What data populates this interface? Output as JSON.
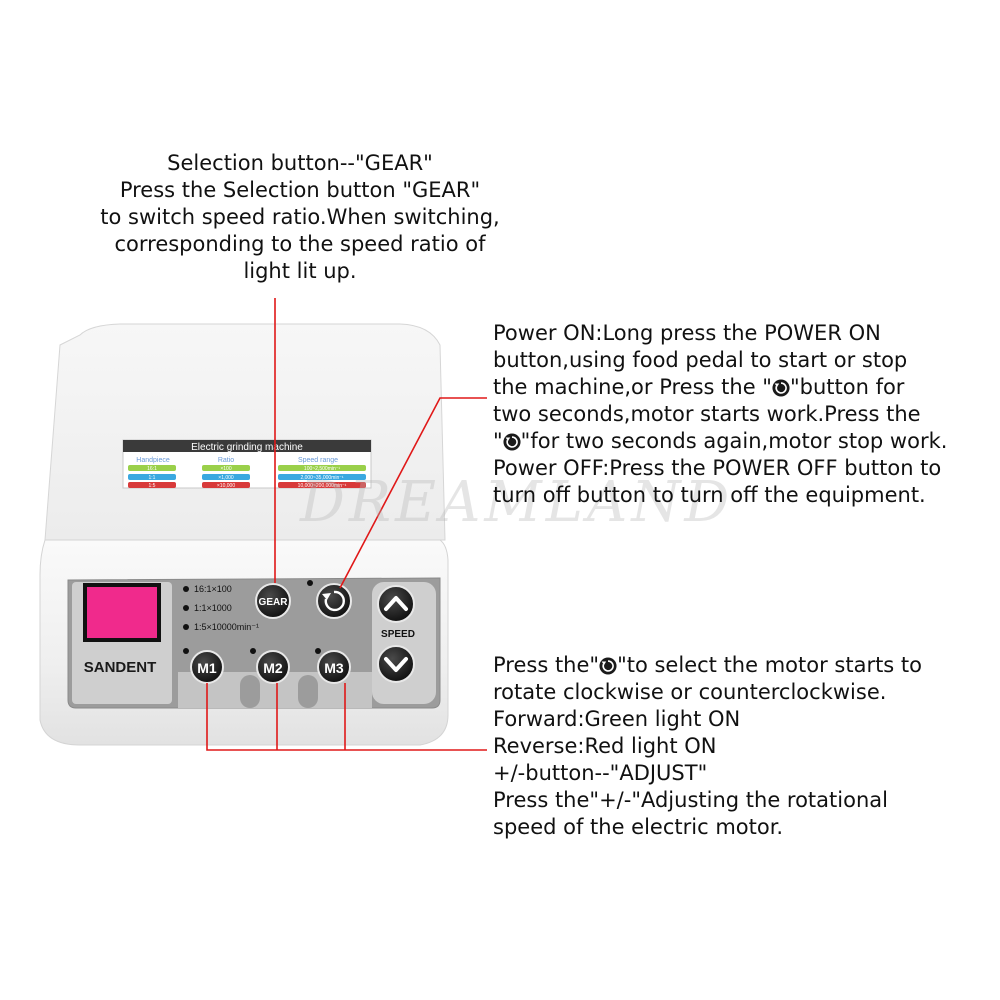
{
  "gear_callout": {
    "lines": [
      "Selection button--\"GEAR\"",
      "Press the Selection button \"GEAR\"",
      "to switch speed ratio.When switching,",
      "corresponding to the speed ratio of",
      "light lit up."
    ]
  },
  "power_callout": {
    "line1": "Power ON:Long press the POWER ON",
    "line2": "button,using food pedal to start or stop",
    "line3_pre": "the machine,or Press the \"",
    "line3_post": "\"button for",
    "line4": "two seconds,motor starts work.Press the",
    "line5_pre": "\"",
    "line5_post": "\"for two seconds again,motor stop work.",
    "line6": "Power OFF:Press the POWER OFF button to",
    "line7": "turn off button to turn off the equipment."
  },
  "motor_callout": {
    "line1_pre": "Press the\"",
    "line1_post": "\"to select the motor starts to",
    "line2": "rotate clockwise or counterclockwise.",
    "line3": "Forward:Green light ON",
    "line4": "Reverse:Red light ON",
    "line5": "+/-button--\"ADJUST\"",
    "line6": "Press the\"+/-\"Adjusting the rotational",
    "line7": "speed of the electric motor."
  },
  "device": {
    "brand": "SANDENT",
    "label_title": "Electric grinding machine",
    "label_headers": [
      "Handpiece",
      "Ratio",
      "Speed range"
    ],
    "label_rows": [
      [
        "16:1",
        "×100",
        "100~2,500min⁻¹"
      ],
      [
        "1:1",
        "×1,000",
        "2,000~35,000min⁻¹"
      ],
      [
        "1:5",
        "×10,000",
        "10,000~200,000min⁻¹"
      ]
    ],
    "ratios": [
      "16:1×100",
      "1:1×1000",
      "1:5×10000min⁻¹"
    ],
    "gear_label": "GEAR",
    "speed_label": "SPEED",
    "motor_buttons": [
      "M1",
      "M2",
      "M3"
    ],
    "watermark": "DREAMLAND"
  },
  "colors": {
    "callout_line": "#e01818",
    "panel_gray": "#9a9a9a",
    "button_black": "#1a1a1a",
    "screen_pink": "#f02a8c"
  },
  "icons": [
    "rotate-icon",
    "chevron-up-icon",
    "chevron-down-icon"
  ]
}
